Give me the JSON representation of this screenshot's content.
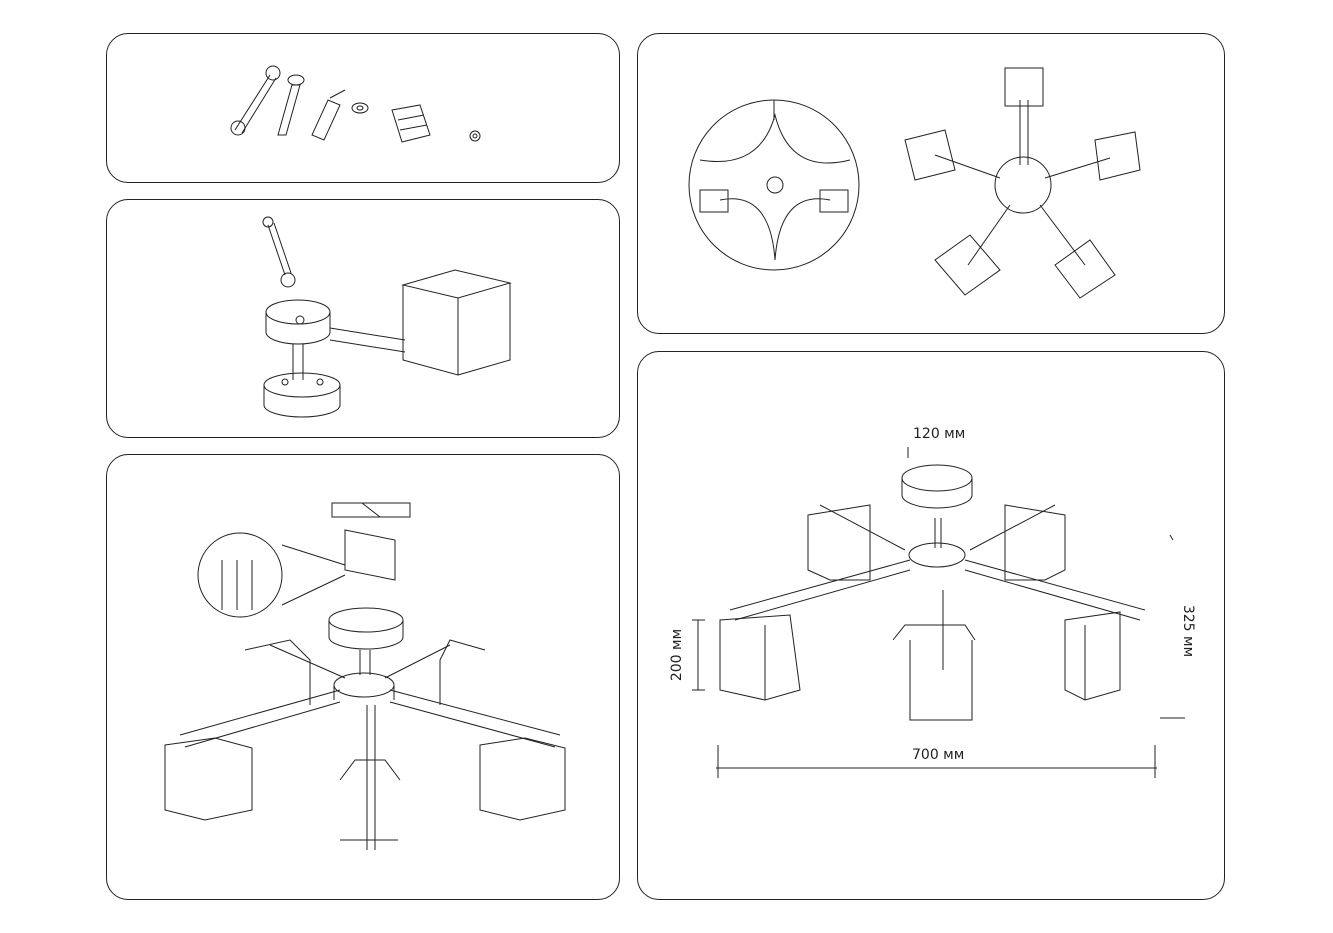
{
  "panels": [
    {
      "id": "hardware-kit"
    },
    {
      "id": "mount-arm"
    },
    {
      "id": "wiring-connection"
    },
    {
      "id": "arm-wiring-top-view"
    },
    {
      "id": "dimensions"
    }
  ],
  "dimensions": {
    "canopy_diameter": "120 мм",
    "overall_width": "700 мм",
    "shade_height": "200 мм",
    "overall_height": "325 мм"
  },
  "colors": {
    "line": "#222222",
    "background": "#ffffff"
  }
}
